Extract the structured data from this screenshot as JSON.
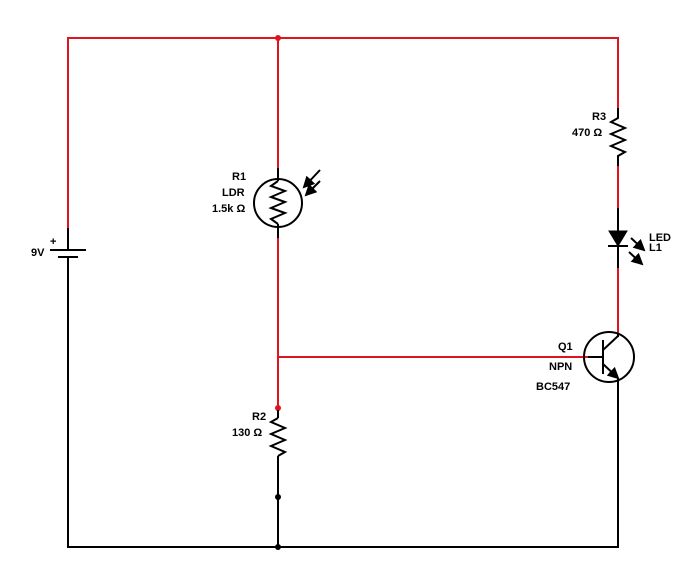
{
  "battery": {
    "voltage": "9V",
    "plus": "+"
  },
  "r1": {
    "ref": "R1",
    "type": "LDR",
    "value": "1.5k Ω"
  },
  "r2": {
    "ref": "R2",
    "value": "130 Ω"
  },
  "r3": {
    "ref": "R3",
    "value": "470 Ω"
  },
  "led": {
    "type": "LED",
    "ref": "L1"
  },
  "q1": {
    "ref": "Q1",
    "type": "NPN",
    "part": "BC547"
  },
  "colors": {
    "powered_wire": "#e0141e",
    "ground_wire": "#000000"
  }
}
